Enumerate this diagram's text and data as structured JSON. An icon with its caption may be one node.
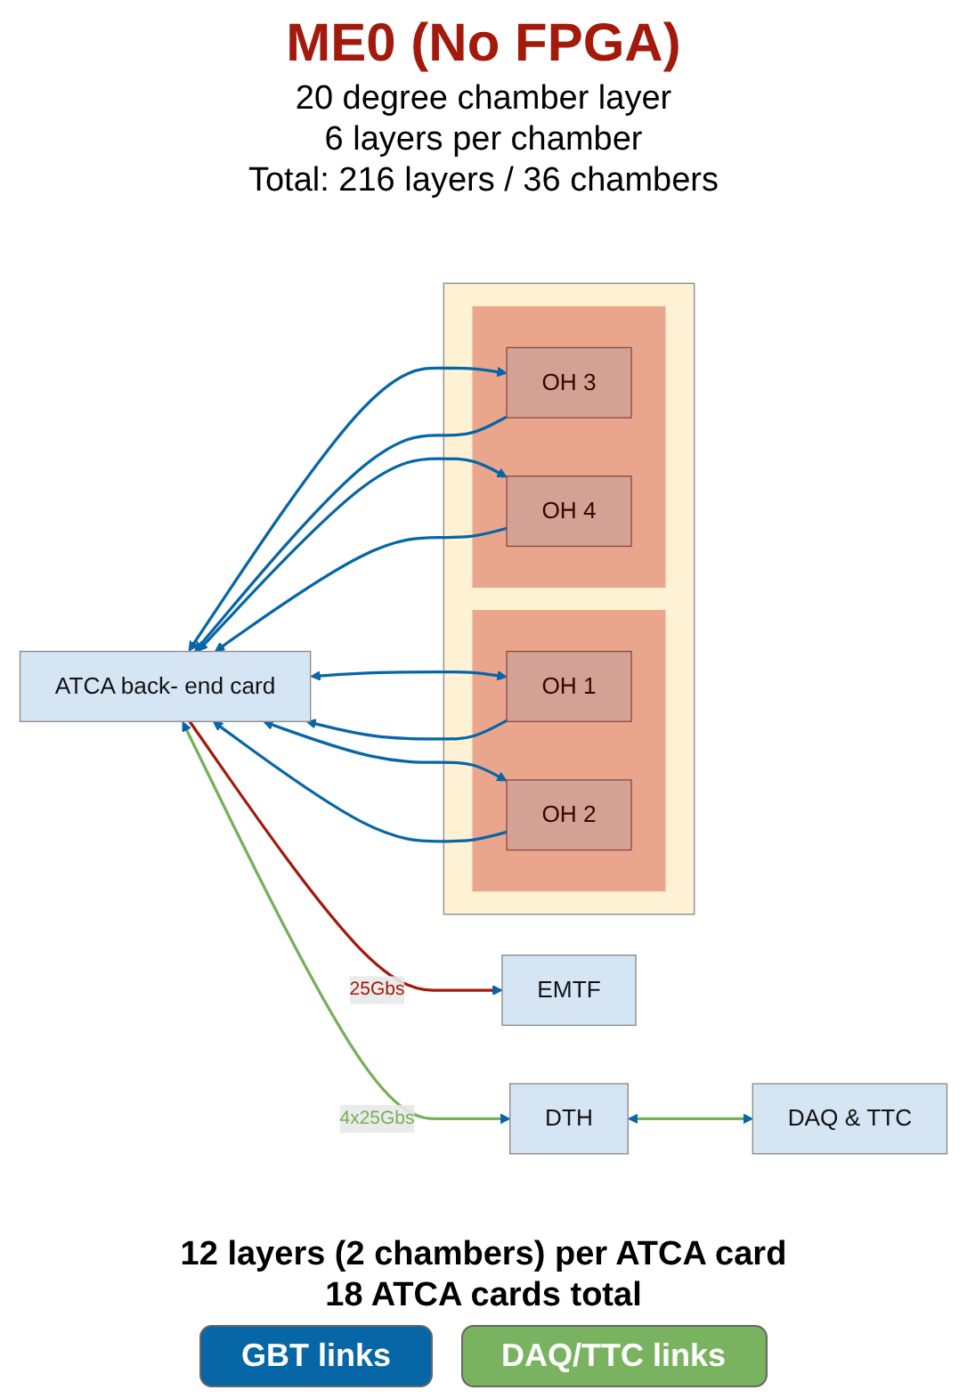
{
  "diagram": {
    "title": "ME0 (No FPGA)",
    "nodes": [
      {
        "text": [
          "EMTF"
        ]
      },
      {
        "text": [
          "ATCA back- end card"
        ]
      },
      {
        "text": [],
        "shape": "trapezoid"
      },
      {
        "text": [],
        "shape": "box",
        "in": 2
      },
      {
        "text": [
          "OH 1"
        ],
        "in": 3
      },
      {
        "text": [
          "OH 2"
        ],
        "in": 3
      },
      {
        "text": [],
        "shape": "box",
        "in": 2
      },
      {
        "text": [
          "OH 3"
        ],
        "in": 6
      },
      {
        "text": [
          "OH 4"
        ],
        "in": 6
      },
      {
        "text": [
          "DTH"
        ]
      },
      {
        "text": [
          "DAQ & TTC"
        ]
      }
    ],
    "edges": [
      {
        "from": 1,
        "to": 0,
        "arrow": "to",
        "label": "25Gbs",
        "color": "#a31a0c"
      },
      {
        "from": 1,
        "to": 4,
        "arrow": "both"
      },
      {
        "from": 4,
        "to": 1,
        "arrow": "to"
      },
      {
        "from": 1,
        "to": 5,
        "arrow": "both"
      },
      {
        "from": 5,
        "to": 1,
        "arrow": "to"
      },
      {
        "from": 1,
        "to": 7,
        "arrow": "both"
      },
      {
        "from": 7,
        "to": 1,
        "arrow": "to"
      },
      {
        "from": 1,
        "to": 8,
        "arrow": "both"
      },
      {
        "from": 8,
        "to": 1,
        "arrow": "to"
      },
      {
        "from": 1,
        "to": 9,
        "arrow": "both",
        "label": "4x25Gbs",
        "color": "#76b05a"
      },
      {
        "from": 9,
        "to": 10,
        "arrow": "both",
        "color": "#76b05a"
      }
    ],
    "labels": [
      "20 degree chamber layer",
      "6 layers per chamber",
      "Total: 216 layers / 36 chambers",
      "12 layers (2 chambers) per ATCA card",
      "18 ATCA cards total"
    ],
    "legend": [
      {
        "text": "GBT links",
        "color": "#0766a6"
      },
      {
        "text": "DAQ/TTC links",
        "color": "#7ab35f"
      }
    ]
  }
}
